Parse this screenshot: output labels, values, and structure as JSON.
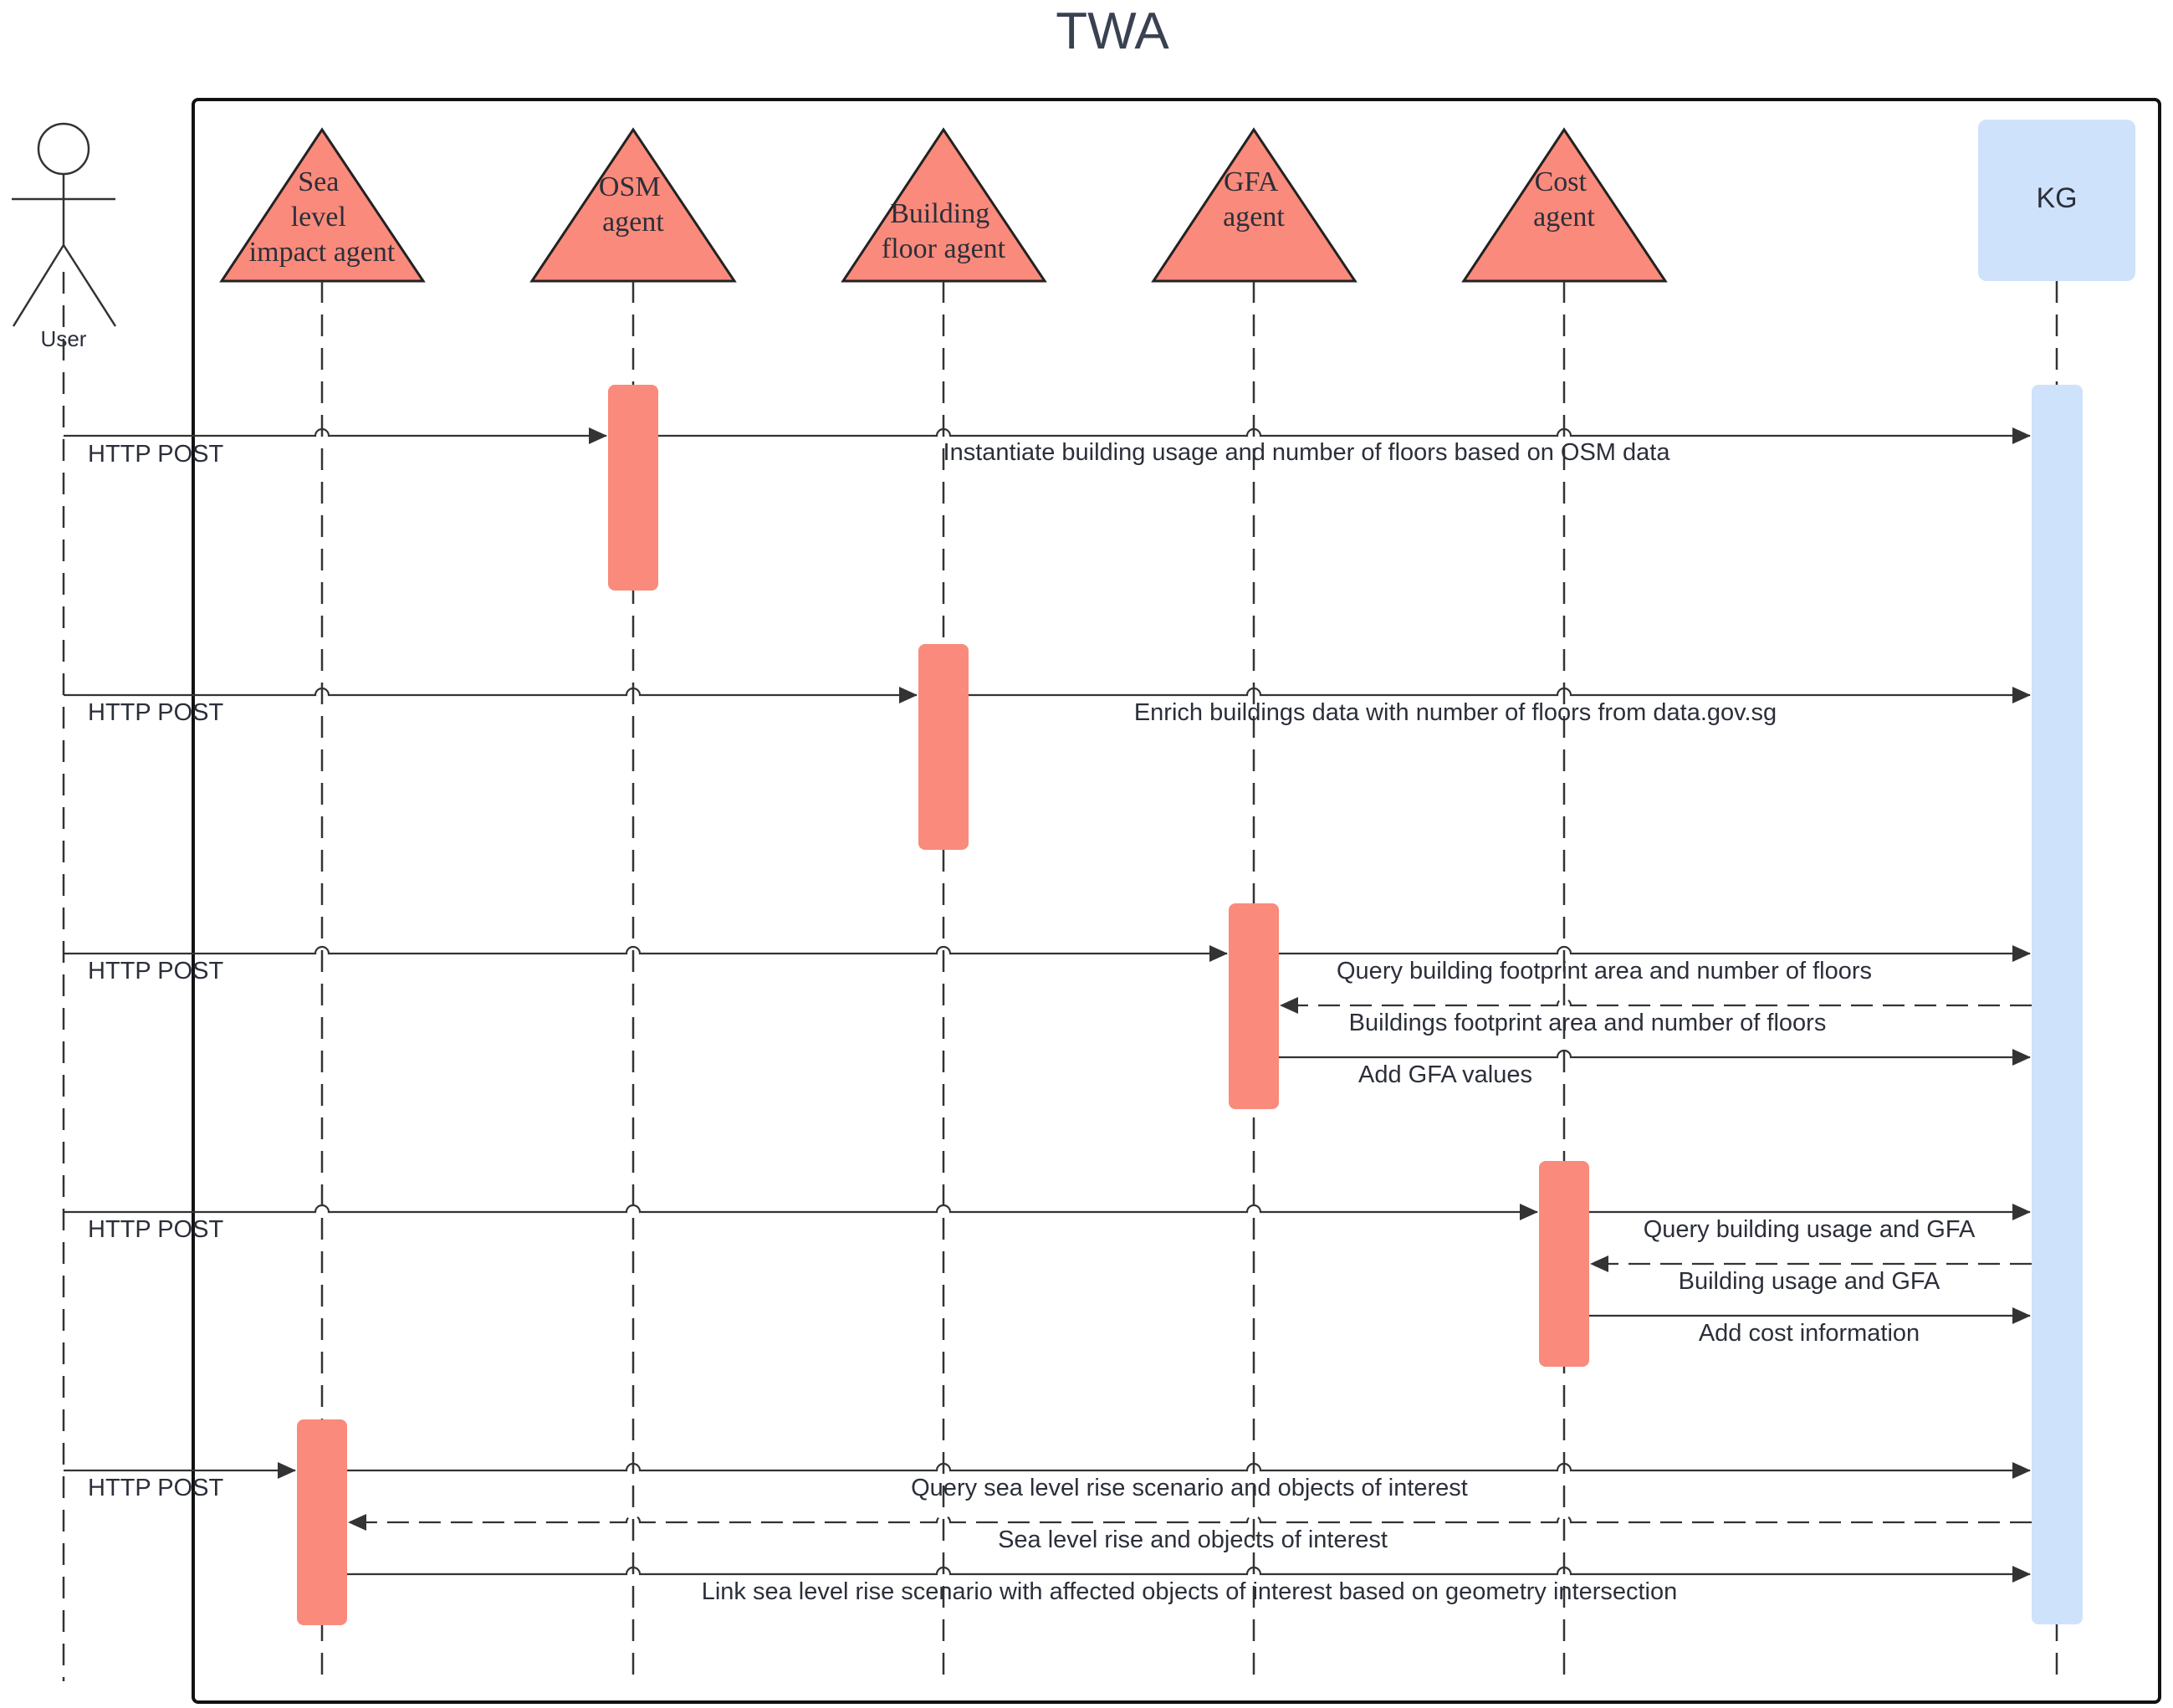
{
  "title": "TWA",
  "user": {
    "label": "User",
    "icon": "stick-figure-icon"
  },
  "participants": [
    {
      "id": "sea",
      "label_lines": [
        "Sea",
        "level",
        "impact agent"
      ]
    },
    {
      "id": "osm",
      "label_lines": [
        "OSM",
        "agent"
      ]
    },
    {
      "id": "bfa",
      "label_lines": [
        "Building",
        "floor agent"
      ]
    },
    {
      "id": "gfa",
      "label_lines": [
        "GFA",
        "agent"
      ]
    },
    {
      "id": "cost",
      "label_lines": [
        "Cost",
        "agent"
      ]
    }
  ],
  "kg": {
    "label": "KG"
  },
  "user_requests": [
    "HTTP POST",
    "HTTP POST",
    "HTTP POST",
    "HTTP POST",
    "HTTP POST"
  ],
  "messages": [
    {
      "from": "osm",
      "to": "kg",
      "label": "Instantiate building usage and number of floors based on OSM data",
      "style": "solid"
    },
    {
      "from": "bfa",
      "to": "kg",
      "label": "Enrich buildings data with number of floors from data.gov.sg",
      "style": "solid"
    },
    {
      "from": "gfa",
      "to": "kg",
      "label": "Query building footprint area and number of floors",
      "style": "solid"
    },
    {
      "from": "kg",
      "to": "gfa",
      "label": "Buildings footprint area and number of floors",
      "style": "dashed"
    },
    {
      "from": "gfa",
      "to": "kg",
      "label": "Add GFA values",
      "style": "solid"
    },
    {
      "from": "cost",
      "to": "kg",
      "label": "Query building usage and GFA",
      "style": "solid"
    },
    {
      "from": "kg",
      "to": "cost",
      "label": "Building usage and GFA",
      "style": "dashed"
    },
    {
      "from": "cost",
      "to": "kg",
      "label": "Add cost information",
      "style": "solid"
    },
    {
      "from": "sea",
      "to": "kg",
      "label": "Query sea level rise scenario and objects of interest",
      "style": "solid"
    },
    {
      "from": "kg",
      "to": "sea",
      "label": "Sea level rise and objects of interest",
      "style": "dashed"
    },
    {
      "from": "sea",
      "to": "kg",
      "label": "Link sea level rise scenario with affected objects of interest based on geometry intersection",
      "style": "solid"
    }
  ],
  "colors": {
    "agent_fill": "#fa8a7b",
    "kg_fill": "#cfe2fb",
    "line": "#333333",
    "text": "#2b2f3a"
  }
}
